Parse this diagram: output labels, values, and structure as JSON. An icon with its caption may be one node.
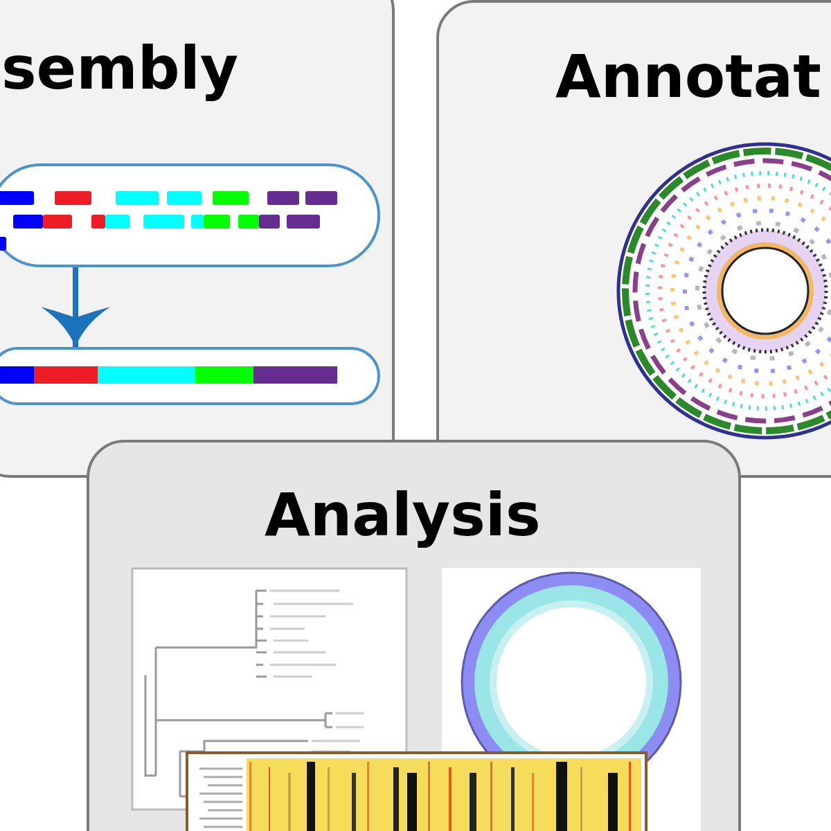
{
  "diagram": {
    "nodes": [
      {
        "text": [
          "sembly"
        ]
      },
      {
        "text": [],
        "shape": "box",
        "in": 0
      },
      {
        "text": [],
        "shape": "box",
        "in": 0
      },
      {
        "text": [
          "Annotat"
        ]
      },
      {
        "text": [
          "Analysis"
        ]
      }
    ],
    "edges": [
      {
        "from": 1,
        "to": 2,
        "arrow": "to"
      }
    ]
  }
}
